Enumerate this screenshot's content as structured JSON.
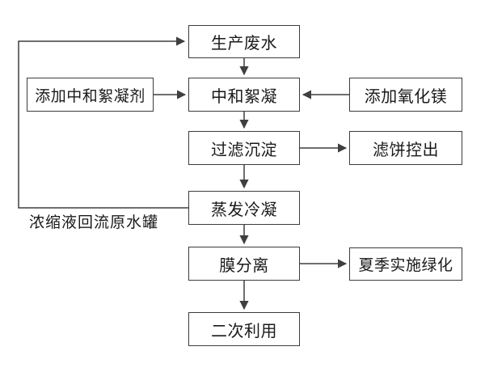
{
  "diagram": {
    "nodes": {
      "production_wastewater": {
        "label": "生产废水"
      },
      "add_neutral_flocculant": {
        "label": "添加中和絮凝剂"
      },
      "neutralization_flocculation": {
        "label": "中和絮凝"
      },
      "add_magnesium_oxide": {
        "label": "添加氧化镁"
      },
      "filter_sedimentation": {
        "label": "过滤沉淀"
      },
      "filter_cake_out": {
        "label": "滤饼控出"
      },
      "evaporation_condensation": {
        "label": "蒸发冷凝"
      },
      "membrane_separation": {
        "label": "膜分离"
      },
      "summer_greening": {
        "label": "夏季实施绿化"
      },
      "secondary_use": {
        "label": "二次利用"
      }
    },
    "annotations": {
      "recycle_label": "浓缩液回流原水罐"
    },
    "edges": [
      {
        "from": "production_wastewater",
        "to": "neutralization_flocculation",
        "direction": "down"
      },
      {
        "from": "add_neutral_flocculant",
        "to": "neutralization_flocculation",
        "direction": "right"
      },
      {
        "from": "add_magnesium_oxide",
        "to": "neutralization_flocculation",
        "direction": "left"
      },
      {
        "from": "neutralization_flocculation",
        "to": "filter_sedimentation",
        "direction": "down"
      },
      {
        "from": "filter_sedimentation",
        "to": "filter_cake_out",
        "direction": "right"
      },
      {
        "from": "filter_sedimentation",
        "to": "evaporation_condensation",
        "direction": "down"
      },
      {
        "from": "evaporation_condensation",
        "to": "membrane_separation",
        "direction": "down"
      },
      {
        "from": "membrane_separation",
        "to": "summer_greening",
        "direction": "right"
      },
      {
        "from": "membrane_separation",
        "to": "secondary_use",
        "direction": "down"
      },
      {
        "from": "evaporation_condensation",
        "to": "production_wastewater",
        "direction": "feedback-left-loop",
        "label": "浓缩液回流原水罐"
      }
    ],
    "colors": {
      "line": "#3f3f3f",
      "border": "#3c3c3c",
      "text": "#1a1a1a",
      "background": "#ffffff"
    }
  }
}
